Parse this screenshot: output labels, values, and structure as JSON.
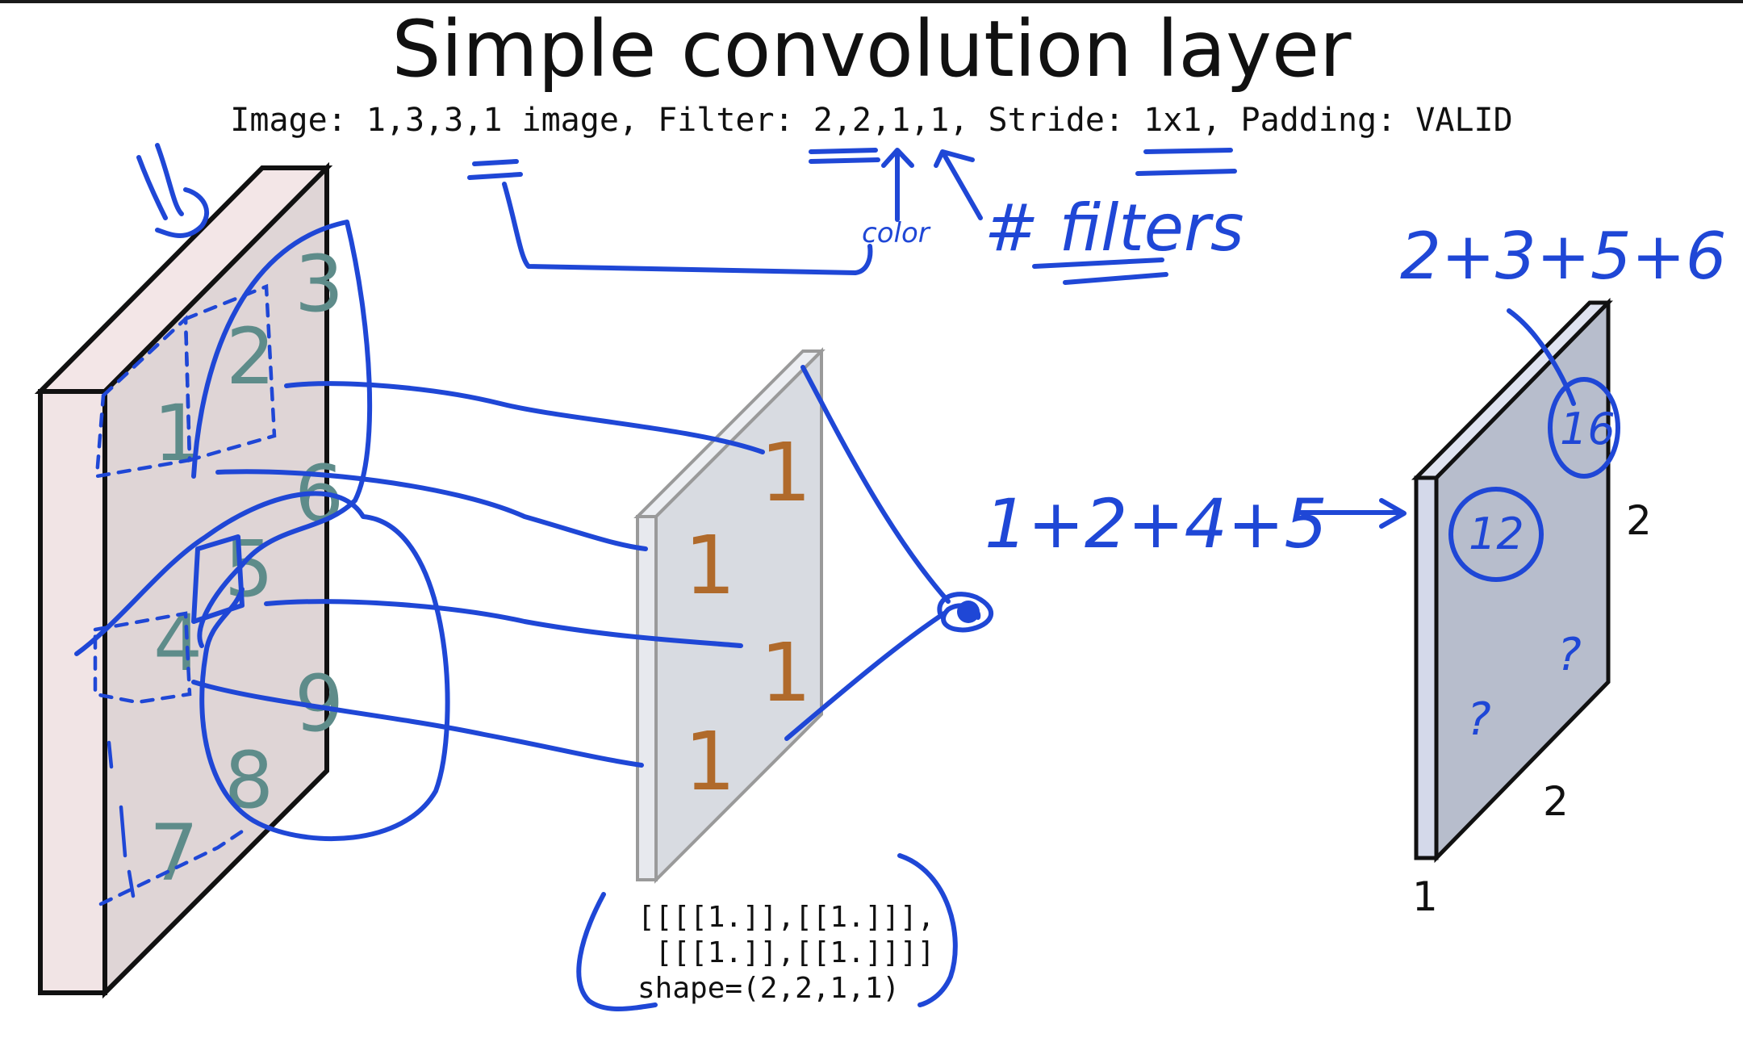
{
  "title": "Simple convolution layer",
  "subtitle": "Image: 1,3,3,1 image, Filter: 2,2,1,1, Stride: 1x1, Padding: VALID",
  "image_values": [
    "1",
    "2",
    "3",
    "4",
    "5",
    "6",
    "7",
    "8",
    "9"
  ],
  "filter_values": [
    "1",
    "1",
    "1",
    "1"
  ],
  "output_dims": {
    "height": "2",
    "width": "2",
    "depth": "1"
  },
  "code_lines": [
    "[[[[1.]],[[1.]]],",
    " [[[1.]],[[1.]]]]",
    "shape=(2,2,1,1)"
  ],
  "handwriting": {
    "sum_first": "1+2+4+5",
    "sum_second": "2+3+5+6",
    "result_first": "12",
    "result_second": "16",
    "unknown_a": "?",
    "unknown_b": "?",
    "filters_note": "# filters",
    "color_note": "color"
  },
  "colors": {
    "ink": "#1f47d6",
    "image_face": "#dfd5d6",
    "image_side": "#efe2e3",
    "filter_face": "#d8dbe1",
    "output_face": "#b7bdcc",
    "image_numbers": "#5e8c8a",
    "filter_numbers": "#b06a2b"
  }
}
